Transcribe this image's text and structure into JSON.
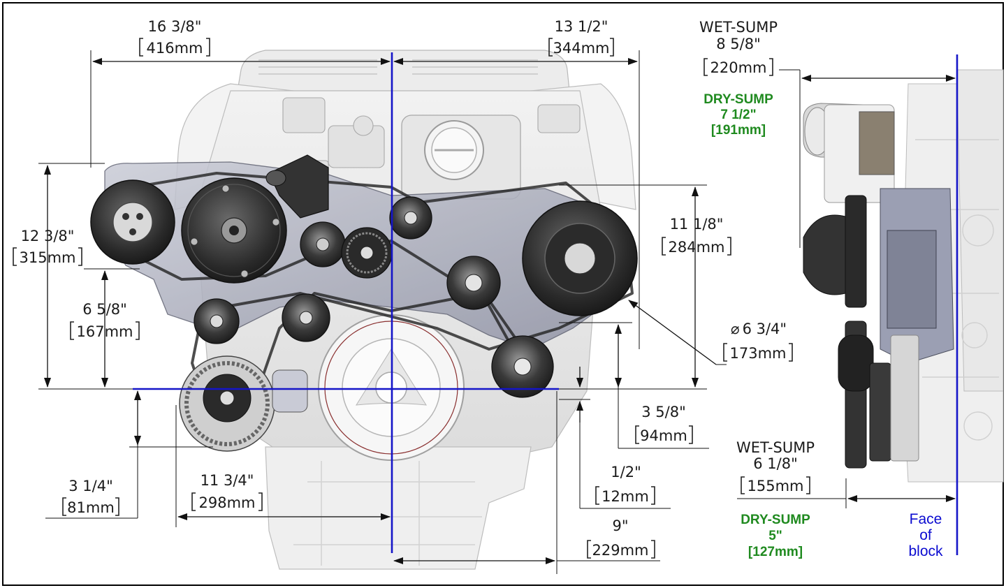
{
  "dimensions": {
    "width_top_left": {
      "in": "16 3/8\"",
      "mm": "416mm"
    },
    "width_top_right": {
      "in": "13 1/2\"",
      "mm": "344mm"
    },
    "height_left_outer": {
      "in": "12 3/8\"",
      "mm": "315mm"
    },
    "height_left_inner": {
      "in": "6 5/8\"",
      "mm": "167mm"
    },
    "below_left": {
      "in": "3 1/4\"",
      "mm": "81mm"
    },
    "bottom_width_left": {
      "in": "11 3/4\"",
      "mm": "298mm"
    },
    "height_right": {
      "in": "11 1/8\"",
      "mm": "284mm"
    },
    "pulley_diameter": {
      "in": "6 3/4\"",
      "mm": "173mm",
      "symbol": "⌀"
    },
    "height_low_right": {
      "in": "3 5/8\"",
      "mm": "94mm"
    },
    "small_offset": {
      "in": "1/2\"",
      "mm": "12mm"
    },
    "bottom_width_right": {
      "in": "9\"",
      "mm": "229mm"
    }
  },
  "side_view": {
    "top": {
      "wet_label": "WET-SUMP",
      "wet_in": "8 5/8\"",
      "wet_mm": "220mm",
      "dry_label": "DRY-SUMP",
      "dry_in": "7 1/2\"",
      "dry_mm": "[191mm]"
    },
    "bottom": {
      "wet_label": "WET-SUMP",
      "wet_in": "6 1/8\"",
      "wet_mm": "155mm",
      "dry_label": "DRY-SUMP",
      "dry_in": "5\"",
      "dry_mm": "[127mm]"
    },
    "face_label": [
      "Face",
      "of",
      "block"
    ]
  },
  "colors": {
    "centerline": "#1515c8",
    "dry_sump_text": "#1f8a1f",
    "frame": "#000000"
  }
}
